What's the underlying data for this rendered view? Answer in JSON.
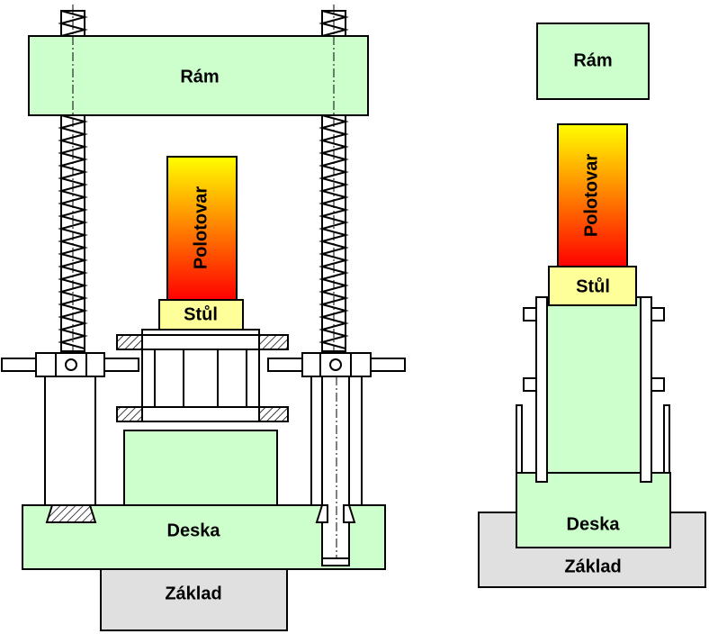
{
  "labels": {
    "frame": "Rám",
    "workpiece": "Polotovar",
    "table": "Stůl",
    "plate": "Deska",
    "base": "Základ"
  },
  "colors": {
    "panel_fill": "#ccffcc",
    "base_fill": "#e0e0e0",
    "table_fill": "#ffff99",
    "workpiece_top": "#ffff00",
    "workpiece_mid": "#ff8000",
    "workpiece_bottom": "#ff0000",
    "outline": "#000000"
  }
}
